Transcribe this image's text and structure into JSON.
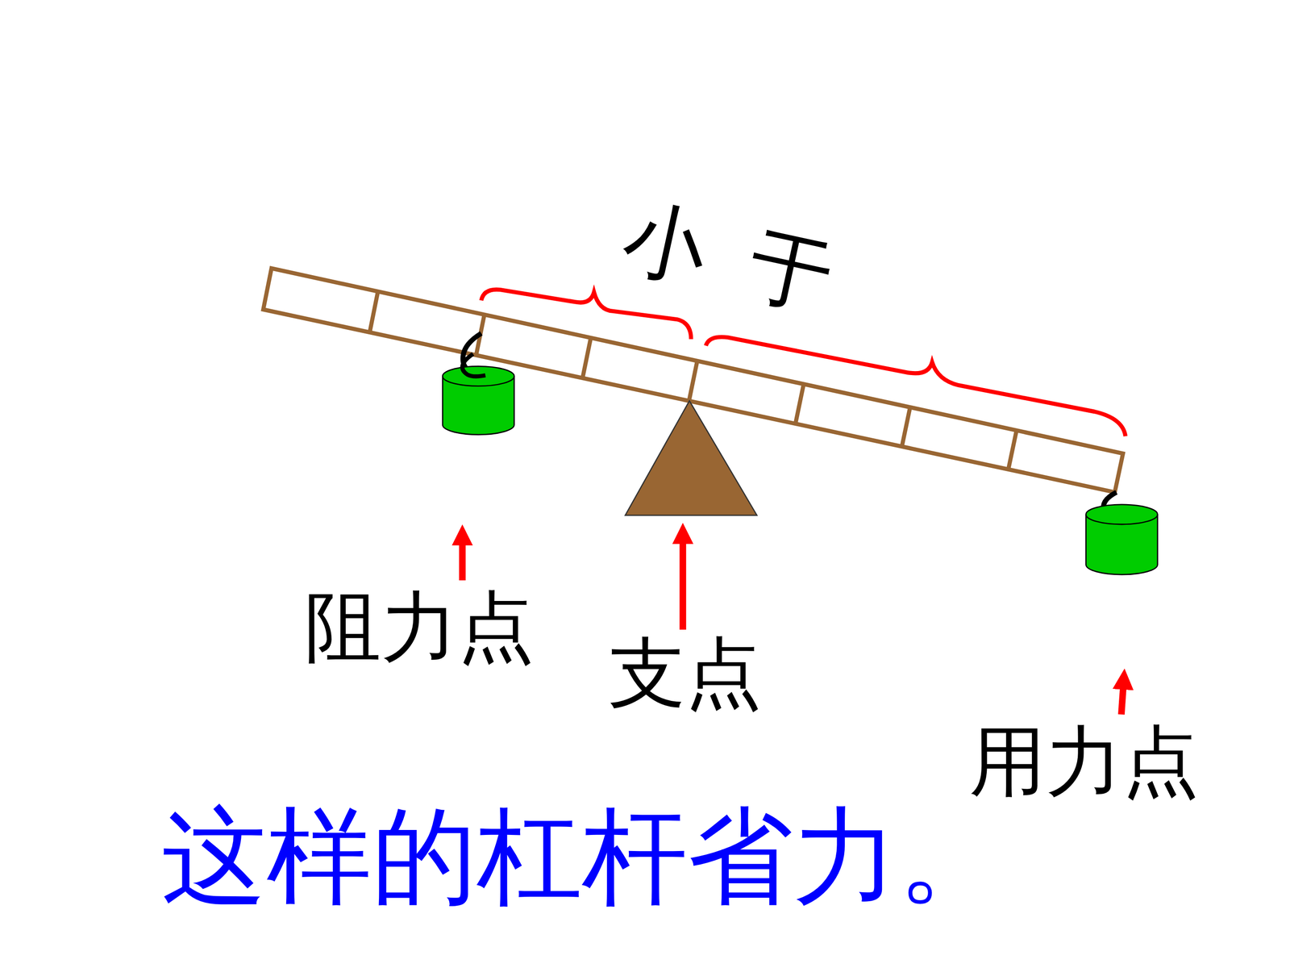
{
  "diagram": {
    "caption": "这样的杠杆省力。",
    "labels": [
      "小于",
      "阻力点",
      "支点",
      "用力点"
    ]
  }
}
